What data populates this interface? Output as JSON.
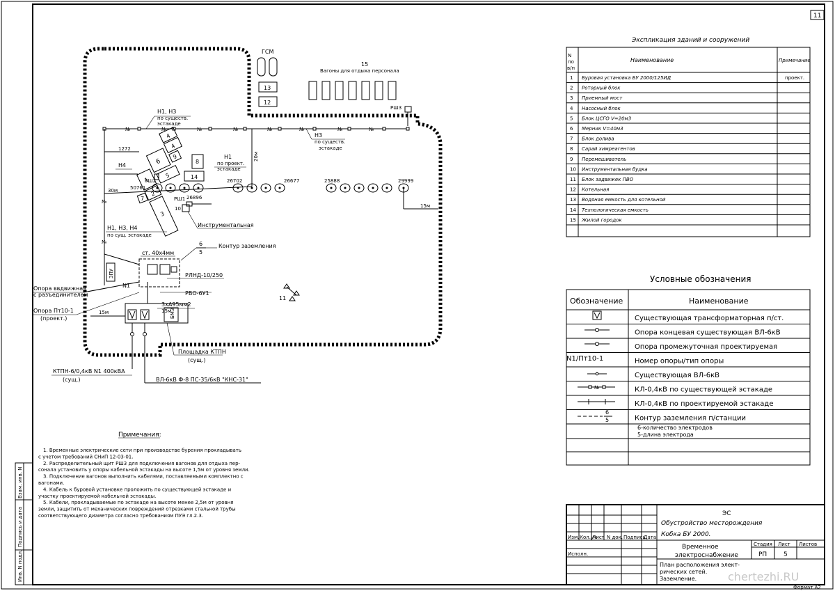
{
  "sheet_number": "11",
  "explication": {
    "title": "Экспликация зданий и сооружений",
    "col_num": "N по в/п",
    "col_name": "Наименование",
    "col_note": "Примечание",
    "rows": [
      {
        "n": "1",
        "name": "Буровая установка БУ 2000/125ИД",
        "note": "проект."
      },
      {
        "n": "2",
        "name": "Роторный блок",
        "note": ""
      },
      {
        "n": "3",
        "name": "Приемный мост",
        "note": ""
      },
      {
        "n": "4",
        "name": "Насосный блок",
        "note": ""
      },
      {
        "n": "5",
        "name": "Блок ЦСГО V=20м3",
        "note": ""
      },
      {
        "n": "6",
        "name": "Мерник V=40м3",
        "note": ""
      },
      {
        "n": "7",
        "name": "Блок долива",
        "note": ""
      },
      {
        "n": "8",
        "name": "Сарай химреагентов",
        "note": ""
      },
      {
        "n": "9",
        "name": "Перемешиватель",
        "note": ""
      },
      {
        "n": "10",
        "name": "Инструментальная будка",
        "note": ""
      },
      {
        "n": "11",
        "name": "Блок задвижек ПВО",
        "note": ""
      },
      {
        "n": "12",
        "name": "Котельная",
        "note": ""
      },
      {
        "n": "13",
        "name": "Водяная емкость для котельной",
        "note": ""
      },
      {
        "n": "14",
        "name": "Технологическая емкость",
        "note": ""
      },
      {
        "n": "15",
        "name": "Жилой городок",
        "note": ""
      }
    ]
  },
  "legend": {
    "title": "Условные обозначения",
    "col_symbol": "Обозначение",
    "col_name": "Наименование",
    "rows": [
      {
        "symbol": "",
        "name": "Существующая трансформаторная п/ст."
      },
      {
        "symbol": "",
        "name": "Опора концевая существующая ВЛ-6кВ"
      },
      {
        "symbol": "",
        "name": "Опора промежуточная проектируемая"
      },
      {
        "symbol": "N1/Пт10-1",
        "name": "Номер опоры/тип опоры"
      },
      {
        "symbol": "",
        "name": "Существующая ВЛ-6кВ"
      },
      {
        "symbol": "",
        "name": "КЛ-0,4кВ по существующей эстакаде"
      },
      {
        "symbol": "",
        "name": "КЛ-0,4кВ по проектируемой эстакаде"
      },
      {
        "symbol": "",
        "name": "Контур заземления п/станции"
      }
    ],
    "ground_note_1": "6-количество электродов",
    "ground_note_2": "5-длина электрода"
  },
  "plan": {
    "gsm": "ГСМ",
    "housing_num": "15",
    "housing_label": "Вагоны для отдыха персонала",
    "b13": "13",
    "b12": "12",
    "b14": "14",
    "b8": "8",
    "b6": "6",
    "b4a": "4",
    "b4b": "4",
    "b9": "9",
    "b5": "5",
    "b1": "1",
    "b2": "2",
    "b3": "3",
    "b7": "7",
    "b10": "10",
    "b11": "11",
    "rsh3": "РШ3",
    "rsh2": "РШ2",
    "rsh1": "РШ1",
    "n1n3": "Н1, Н3",
    "po_sush": "по существ.",
    "estakade": "эстакаде",
    "n3": "Н3",
    "n3_po": "по существ.",
    "n3_est": "эстакаде",
    "n1_proj": "Н1",
    "n1_proj_po": "по проект.",
    "n1_proj_est": "эстакаде",
    "n4": "Н4",
    "dist_1272": "1272",
    "dist_20m": "20м",
    "dist_30m": "30м",
    "dist_15m_right": "15м",
    "dist_15m_bottom": "15м",
    "dist_15m_ktp": "15м",
    "vals": [
      "50761",
      "26896",
      "26702",
      "26677",
      "25888",
      "29999"
    ],
    "n1n3n4": "Н1, Н3, Н4",
    "n1n3n4_po": "по сущ. эстакаде",
    "instr": "Инструментальная",
    "contour": "Контур заземления",
    "frac_top": "6",
    "frac_bot": "5",
    "st": "ст. 40х4мм",
    "rlnd": "РЛНД-10/250",
    "rvo": "РВО-6У1",
    "cable": "3хА95мм2",
    "n1": "N1",
    "zpu": "ЗПУ",
    "bmz": "БМЗ",
    "opora_razed_1": "Опора ввдвижная",
    "opora_razed_2": "с разъединителем",
    "opora_pt_1": "Опора Пт10-1",
    "opora_pt_2": "(проект.)",
    "ploshadka_1": "Площадка КТПН",
    "ploshadka_2": "(сущ.)",
    "ktpn_1": "КТПН-6/0,4кВ N1 400кВА",
    "ktpn_2": "(сущ.)",
    "vl": "ВЛ-6кВ Ф-8 ПС-35/6кВ \"КНС-31\"",
    "ns": "№",
    "n_letter": "N"
  },
  "notes": {
    "title": "Примечания:",
    "lines": [
      "1. Временные электрические сети при производстве бурения прокладывать",
      "с учетом требований СНиП 12-03-01.",
      "2. Распределительный щит РШ3 для подключения вагонов для отдыха пер-",
      "сонала установить у опоры кабельной эстакады на высоте 1,5м от уровня земли.",
      "3. Подключение вагонов выполнить кабелями, поставляемыми комплектно с",
      "вагонами.",
      "4. Кабель к буровой установке проложить по существующей эстакаде и",
      "участку проектируемой кабельной эстакады.",
      "5. Кабели, прокладываемые по эстакаде на высоте менее 2,5м от уровня",
      "земли, защитить от механических повреждений отрезками стальной трубы",
      "соответствующего диаметра согласно требованиям ПУЭ гл.2.3."
    ]
  },
  "side_stamp": {
    "inv": "Инв. N подл.",
    "sign": "Подпись и дата",
    "vzam": "Взам. инв. N"
  },
  "title_block": {
    "code": "ЭС",
    "project_1": "Обустройство месторождения",
    "project_2": "Кобка БУ 2000.",
    "headers": [
      "Изм.",
      "Кол.уч",
      "Лист",
      "N док.",
      "Подпись",
      "Дата"
    ],
    "executor": "Исполн.",
    "section_1": "Временное",
    "section_2": "электроснабжение",
    "stage_h": "Стадия",
    "sheet_h": "Лист",
    "sheets_h": "Листов",
    "stage": "РП",
    "sheet": "5",
    "drawing_1": "План расположения элект-",
    "drawing_2": "рических сетей.",
    "drawing_3": "Заземление.",
    "format": "Формат А2"
  },
  "watermark": "chertezhi.RU"
}
